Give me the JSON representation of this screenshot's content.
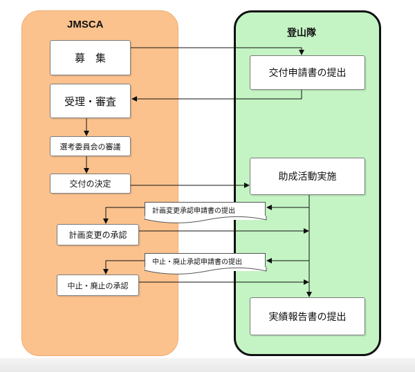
{
  "lanes": {
    "left_title": "JMSCA",
    "right_title": "登山隊"
  },
  "left_boxes": {
    "recruit": "募　集",
    "receipt": "受理・審査",
    "committee": "選考委員会の審議",
    "decision": "交付の決定",
    "plan_change_approval": "計画変更の承認",
    "cancel_approval": "中止・廃止の承認"
  },
  "right_boxes": {
    "application": "交付申請書の提出",
    "activity": "助成活動実施",
    "report": "実績報告書の提出"
  },
  "documents": {
    "plan_change_request": "計画変更承認申請書の提出",
    "cancel_request": "中止・廃止承認申請書の提出"
  },
  "colors": {
    "left_lane": "#fbc28e",
    "right_lane": "#c4f4c4"
  }
}
